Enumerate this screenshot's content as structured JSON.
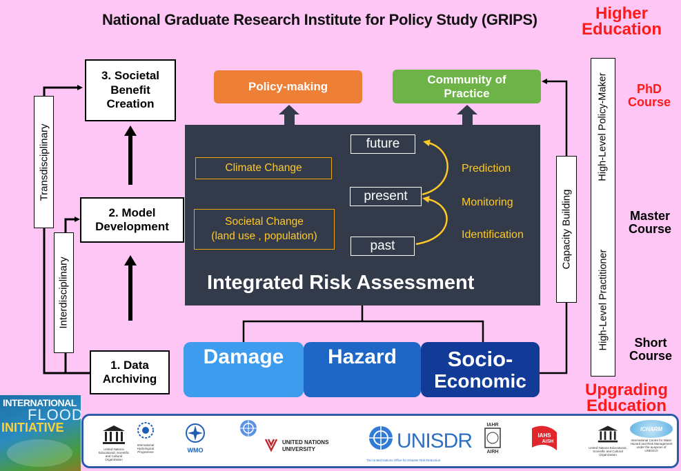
{
  "title": "National Graduate Research Institute for Policy Study (GRIPS)",
  "higher_education": [
    "Higher",
    "Education"
  ],
  "upgrading_education": [
    "Upgrading",
    "Education"
  ],
  "flow": {
    "societal": "3. Societal Benefit Creation",
    "model": "2. Model Development",
    "data": "1. Data Archiving",
    "transdisciplinary": "Transdisciplinary",
    "interdisciplinary": "Interdisciplinary"
  },
  "top": {
    "policy": "Policy-making",
    "community": "Community of Practice"
  },
  "center": {
    "climate": "Climate Change",
    "societal_change_1": "Societal Change",
    "societal_change_2": "(land use , population)",
    "future": "future",
    "present": "present",
    "past": "past",
    "prediction": "Prediction",
    "monitoring": "Monitoring",
    "identification": "Identification",
    "title": "Integrated Risk Assessment"
  },
  "categories": {
    "damage": "Damage",
    "hazard": "Hazard",
    "socio_1": "Socio-",
    "socio_2": "Economic"
  },
  "capacity_building": "Capacity   Building",
  "right": {
    "policymaker": "High-Level Policy-Maker",
    "practitioner": "High-Level Practitioner",
    "phd": [
      "PhD",
      "Course"
    ],
    "master": [
      "Master",
      "Course"
    ],
    "short": [
      "Short",
      "Course"
    ]
  },
  "ifi": {
    "line1": "INTERNATIONAL",
    "line2": "FLOOD",
    "line3": "INITIATIVE"
  },
  "logos": {
    "unesco_text": "United Nations Educational, Scientific and Cultural Organization",
    "ihp_text": "International Hydrological Programme",
    "wmo": "WMO",
    "unu_1": "UNITED NATIONS",
    "unu_2": "UNIVERSITY",
    "unisdr": "UNISDR",
    "unisdr_sub": "The United Nations Office for Disaster Risk Reduction",
    "iahr": "IAHR",
    "airh": "AIRH",
    "iahs": "IAHS",
    "aish": "AISH",
    "icharm": "ICHARM",
    "icharm_text": "International Centre for Water Hazard and Risk Management under the auspices of UNESCO"
  },
  "colors": {
    "background": "#fdc6f4",
    "policy": "#ee7f36",
    "community": "#6db347",
    "damage": "#3d9cee",
    "hazard": "#1f67c6",
    "socio": "#123a97",
    "accent_red": "#ff1a1a"
  }
}
